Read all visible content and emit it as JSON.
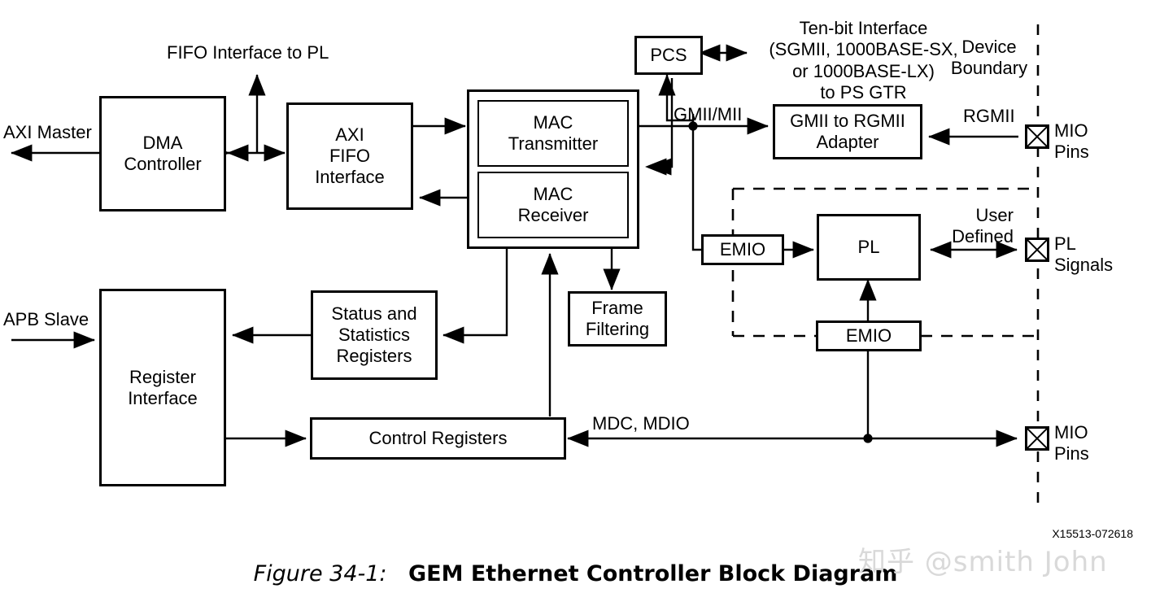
{
  "figure": {
    "number_label": "Figure 34-1:",
    "title": "GEM Ethernet Controller Block Diagram",
    "figure_id": "X15513-072618",
    "watermark": "知乎 @smith John"
  },
  "blocks": {
    "dma_controller": "DMA\nController",
    "axi_fifo_interface": "AXI\nFIFO\nInterface",
    "mac_transmitter": "MAC\nTransmitter",
    "mac_receiver": "MAC\nReceiver",
    "pcs": "PCS",
    "gmii_to_rgmii_adapter": "GMII to RGMII\nAdapter",
    "emio_top": "EMIO",
    "pl": "PL",
    "emio_bottom": "EMIO",
    "frame_filtering": "Frame\nFiltering",
    "status_statistics_registers": "Status and\nStatistics\nRegisters",
    "register_interface": "Register\nInterface",
    "control_registers": "Control Registers"
  },
  "signal_labels": {
    "axi_master": "AXI Master",
    "fifo_interface_to_pl": "FIFO Interface to PL",
    "apb_slave": "APB Slave",
    "ten_bit_interface": "Ten-bit Interface\n(SGMII, 1000BASE-SX,\nor 1000BASE-LX)\nto PS GTR",
    "device_boundary": "Device\nBoundary",
    "gmii_mii": "GMII/MII",
    "rgmii": "RGMII",
    "user_defined": "User\nDefined",
    "mdc_mdio": "MDC, MDIO"
  },
  "pins": {
    "mio_pins_top": "MIO\nPins",
    "pl_signals": "PL\nSignals",
    "mio_pins_bottom": "MIO\nPins"
  },
  "colors": {
    "line": "#000000",
    "background": "#ffffff",
    "watermark": "#d9d9d9"
  }
}
